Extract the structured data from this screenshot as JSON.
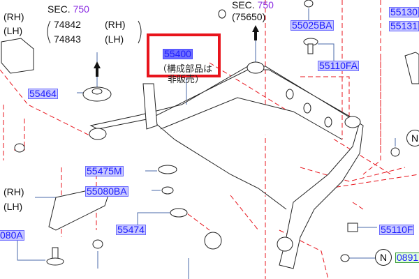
{
  "top_left": {
    "rh": "(RH)",
    "lh": "(LH)"
  },
  "sec_left": {
    "sec": "SEC.",
    "num": "750",
    "rh_part": "74842",
    "rh": "(RH)",
    "lh_part": "74843",
    "lh": "(LH)"
  },
  "sec_right": {
    "sec": "SEC.",
    "num": "750",
    "ref": "(75650)"
  },
  "highlight": {
    "part": "55400",
    "note1": "（構成部品は",
    "note2": "非販売）"
  },
  "parts": {
    "p55464": "55464",
    "p55025BA": "55025BA",
    "p55110FA": "55110FA",
    "p55130": "55130",
    "p55131": "55131",
    "p55475M": "55475M",
    "p55080BA": "55080BA",
    "p55474": "55474",
    "p080A": "080A",
    "p55110F": "55110F",
    "p0891": "0891"
  },
  "arm": {
    "rh": "(RH)",
    "lh": "(LH)"
  },
  "n_marks": [
    "N",
    "N"
  ],
  "colors": {
    "highlight_box": "#e8141c",
    "part_label": "#1a1aff",
    "section": "#8a2be2"
  }
}
